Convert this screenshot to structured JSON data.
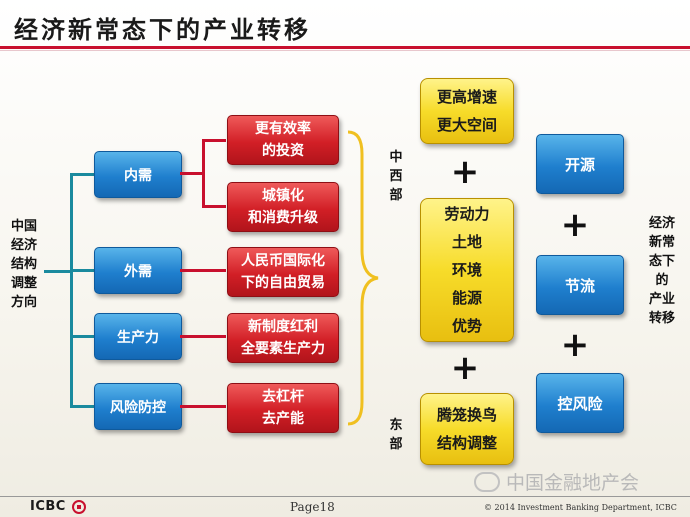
{
  "slide_title": "经济新常态下的产业转移",
  "left_label": [
    "中国",
    "经济",
    "结构",
    "调整",
    "方向"
  ],
  "drivers": [
    {
      "label": "内需"
    },
    {
      "label": "外需"
    },
    {
      "label": "生产力"
    },
    {
      "label": "风险防控"
    }
  ],
  "factors": [
    {
      "label": "更有效率\n的投资"
    },
    {
      "label": "城镇化\n和消费升级"
    },
    {
      "label": "人民币国际化\n下的自由贸易"
    },
    {
      "label": "新制度红利\n全要素生产力"
    },
    {
      "label": "去杠杆\n去产能"
    }
  ],
  "region_labels": {
    "midwest": [
      "中",
      "西",
      "部"
    ],
    "east": [
      "东",
      "部"
    ]
  },
  "yellow_boxes": [
    {
      "label": "更高增速\n更大空间"
    },
    {
      "label": "劳动力\n土地\n环境\n能源\n优势"
    },
    {
      "label": "腾笼换鸟\n结构调整"
    }
  ],
  "right_boxes": [
    {
      "label": "开源"
    },
    {
      "label": "节流"
    },
    {
      "label": "控风险"
    }
  ],
  "right_label": [
    "经济",
    "新常",
    "态下",
    "的",
    "产业",
    "转移"
  ],
  "plus_symbol": "+",
  "footer": {
    "logo_text": "ICBC",
    "page": "Page18",
    "copyright": "© 2014 Investment Banking Department, ICBC"
  },
  "watermark": "中国金融地产会",
  "colors": {
    "accent_red": "#c8102e",
    "blue": "#1f7fce",
    "yellow": "#f7dc2a",
    "connector": "#1a8a9e"
  }
}
